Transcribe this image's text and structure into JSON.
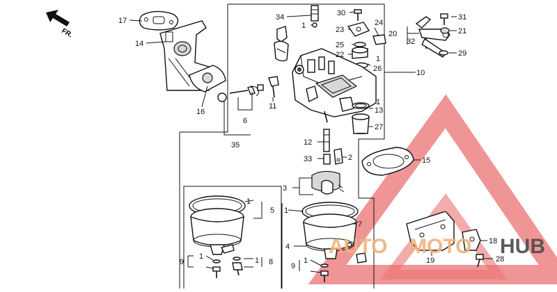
{
  "direction": "FR.",
  "watermark": {
    "brand_left": "AUTO",
    "brand_mid": "MOTO",
    "brand_right": "HUB",
    "color_triangle": "#e85a5a",
    "color_text_orange": "#f1b27a",
    "color_text_dark": "#4a4a4a"
  },
  "callouts": [
    "17",
    "14",
    "16",
    "6",
    "35",
    "34",
    "1",
    "30",
    "23",
    "24",
    "25",
    "22",
    "1",
    "26",
    "10",
    "20",
    "32",
    "31",
    "21",
    "29",
    "11",
    "1",
    "13",
    "27",
    "12",
    "33",
    "2",
    "15",
    "3",
    "1",
    "5",
    "1",
    "7",
    "4",
    "9",
    "1",
    "1",
    "8",
    "9",
    "1",
    "19",
    "18",
    "28"
  ]
}
